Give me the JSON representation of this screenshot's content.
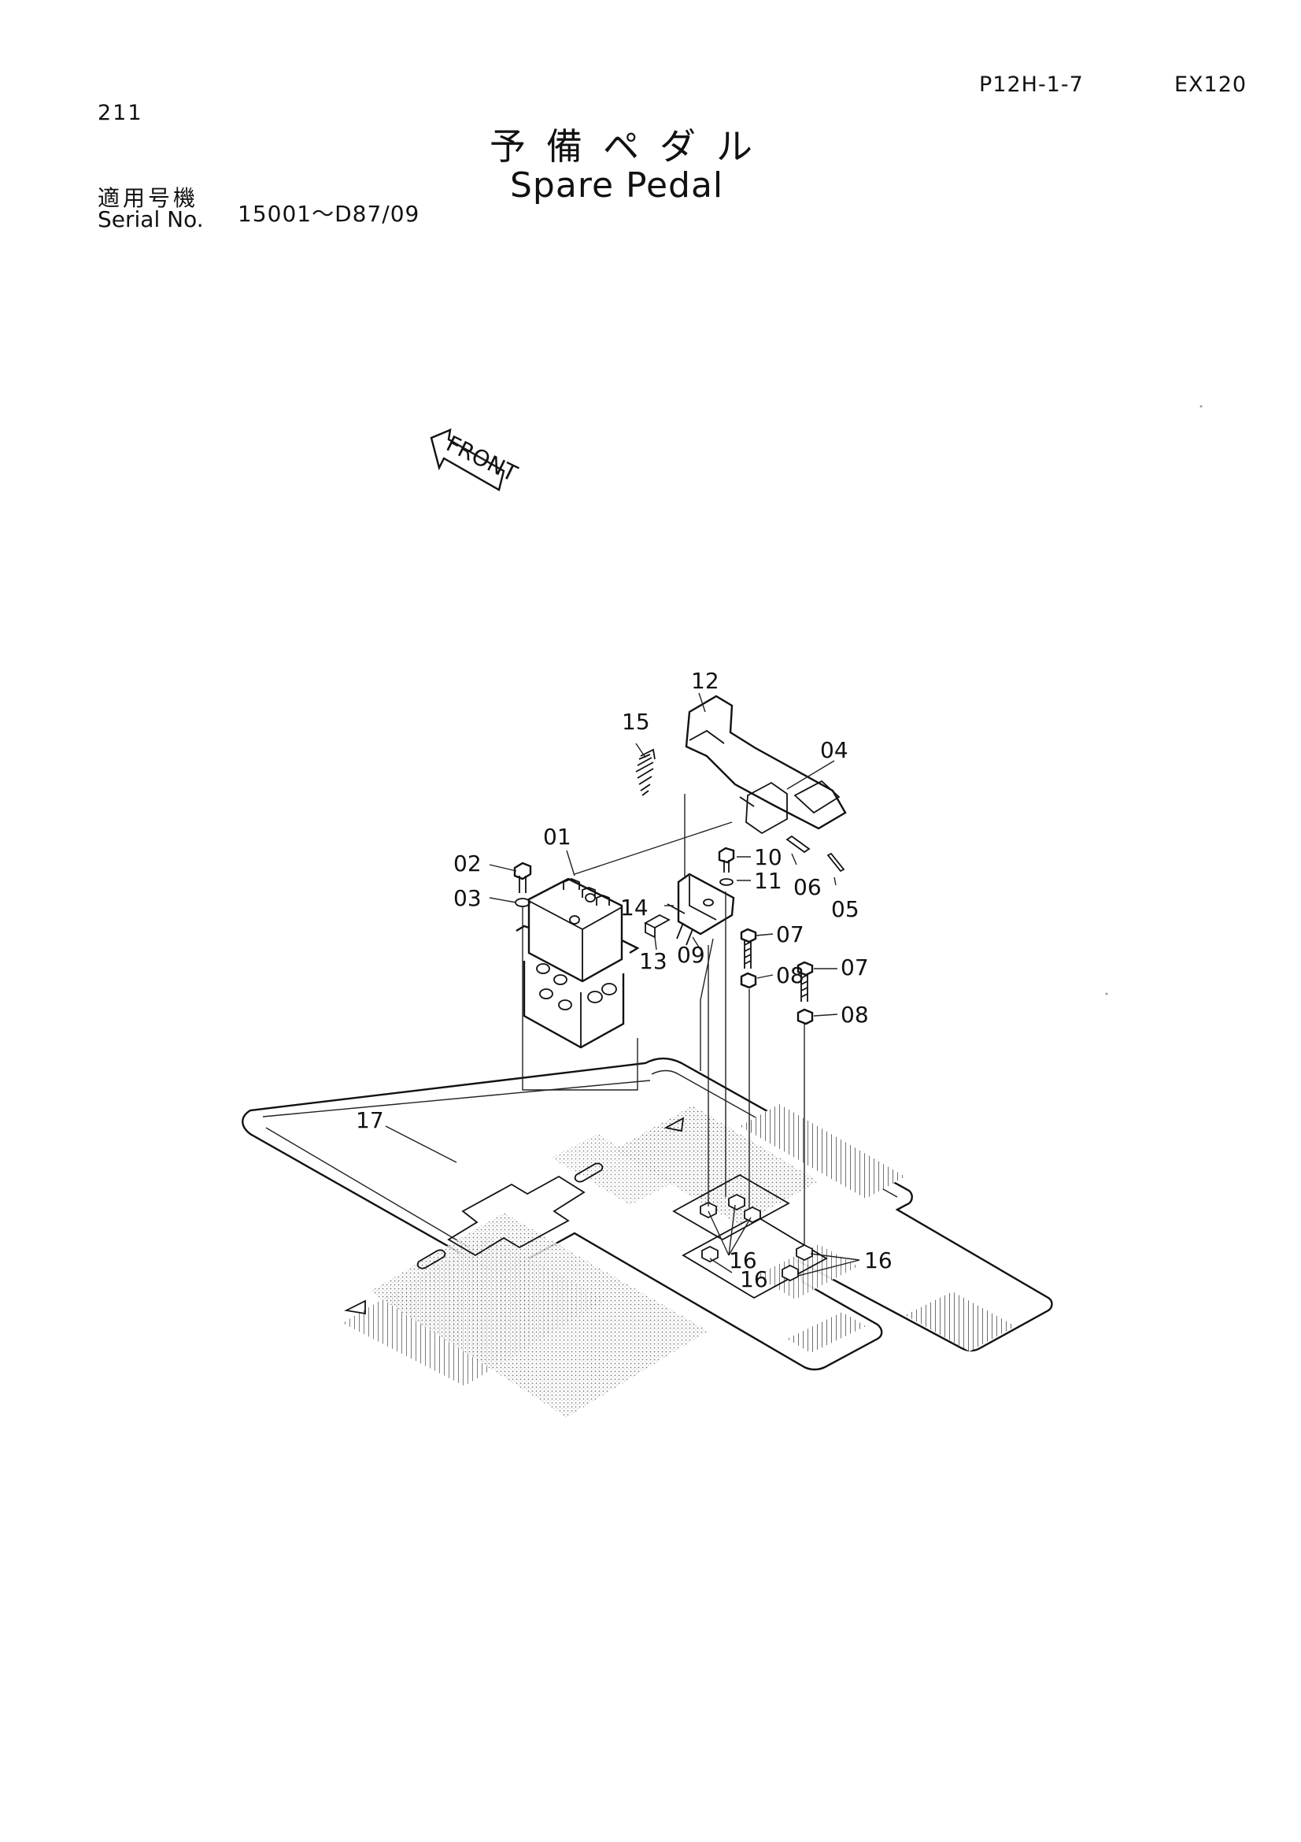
{
  "header": {
    "page_number": "211",
    "doc_code": "P12H-1-7",
    "model": "EX120",
    "title_jp": "予備ペダル",
    "title_en": "Spare Pedal",
    "serial_label_jp": "適用号機",
    "serial_label_en": "Serial No.",
    "serial_value": "15001～D87/09"
  },
  "diagram": {
    "front_label": "FRONT",
    "part_labels": {
      "p01": "01",
      "p02": "02",
      "p03": "03",
      "p04": "04",
      "p05": "05",
      "p06": "06",
      "p07a": "07",
      "p07b": "07",
      "p08a": "08",
      "p08b": "08",
      "p09": "09",
      "p10": "10",
      "p11": "11",
      "p12": "12",
      "p13": "13",
      "p14": "14",
      "p15": "15",
      "p16a": "16",
      "p16b": "16",
      "p16c": "16",
      "p17": "17"
    }
  }
}
